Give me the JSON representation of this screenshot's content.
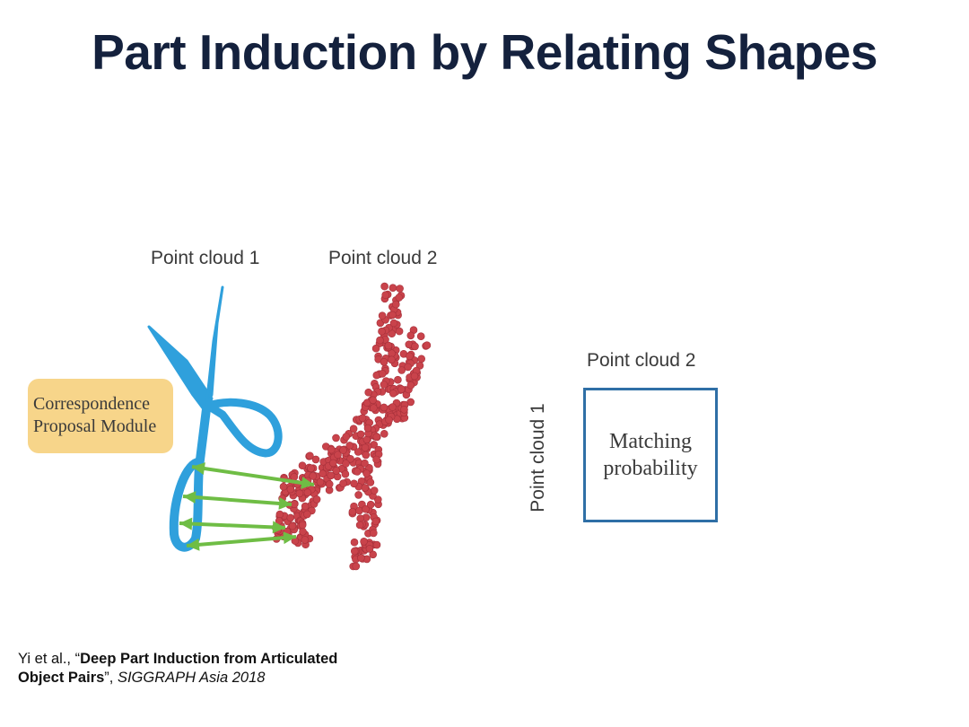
{
  "slide": {
    "title": "Part Induction by Relating Shapes"
  },
  "left_figure": {
    "point_cloud_1_label": "Point cloud 1",
    "point_cloud_2_label": "Point cloud 2",
    "module_line1": "Correspondence",
    "module_line2": "Proposal Module",
    "colors": {
      "scissors": "#2fa0dc",
      "point_cloud": "#c9434b",
      "arrows": "#6fbd45",
      "module_box": "#f7d58a"
    },
    "arrow_count": 4
  },
  "right_figure": {
    "column_label": "Point cloud 2",
    "row_label": "Point cloud 1",
    "matrix_line1": "Matching",
    "matrix_line2": "probability",
    "colors": {
      "matrix_border": "#2f6fa6"
    }
  },
  "citation": {
    "authors": "Yi et al., “",
    "title_part1": "Deep Part Induction from Articulated",
    "title_part2": "Object Pairs",
    "suffix": "”, ",
    "venue": "SIGGRAPH Asia 2018"
  }
}
